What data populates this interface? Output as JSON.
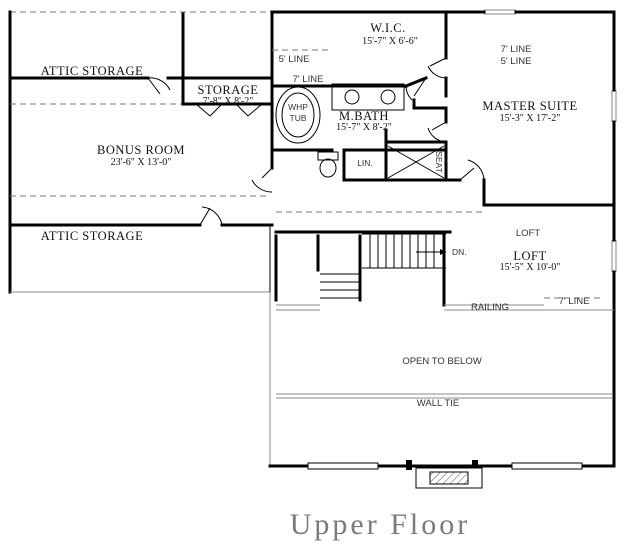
{
  "rooms": {
    "wic": {
      "name": "W.I.C.",
      "dims": "15'-7\" X 6'-6\""
    },
    "master_suite": {
      "name": "MASTER SUITE",
      "dims": "15'-3\" X 17'-2\""
    },
    "storage": {
      "name": "STORAGE",
      "dims": "7'-8\" X 8'-2\""
    },
    "bonus_room": {
      "name": "BONUS ROOM",
      "dims": "23'-6\" X 13'-0\""
    },
    "mbath": {
      "name": "M.BATH",
      "dims": "15'-7\" X 8'-2\""
    },
    "attic_top": {
      "name": "ATTIC STORAGE"
    },
    "attic_bottom": {
      "name": "ATTIC STORAGE"
    },
    "loft": {
      "name": "LOFT",
      "dims": "15'-5\" X 10'-0\"",
      "tag": "LOFT"
    }
  },
  "labels": {
    "whp_tub_1": "WHP",
    "whp_tub_2": "TUB",
    "lin": "LIN.",
    "seat": "SEAT",
    "dn": "DN.",
    "railing": "RAILING",
    "open_to_below": "OPEN TO BELOW",
    "wall_tie": "WALL TIE",
    "line_5_wic": "5' LINE",
    "line_7_wic": "7' LINE",
    "line_7_master": "7' LINE",
    "line_5_master": "5' LINE",
    "line_7_loft": "7' LINE"
  },
  "title": "Upper Floor"
}
